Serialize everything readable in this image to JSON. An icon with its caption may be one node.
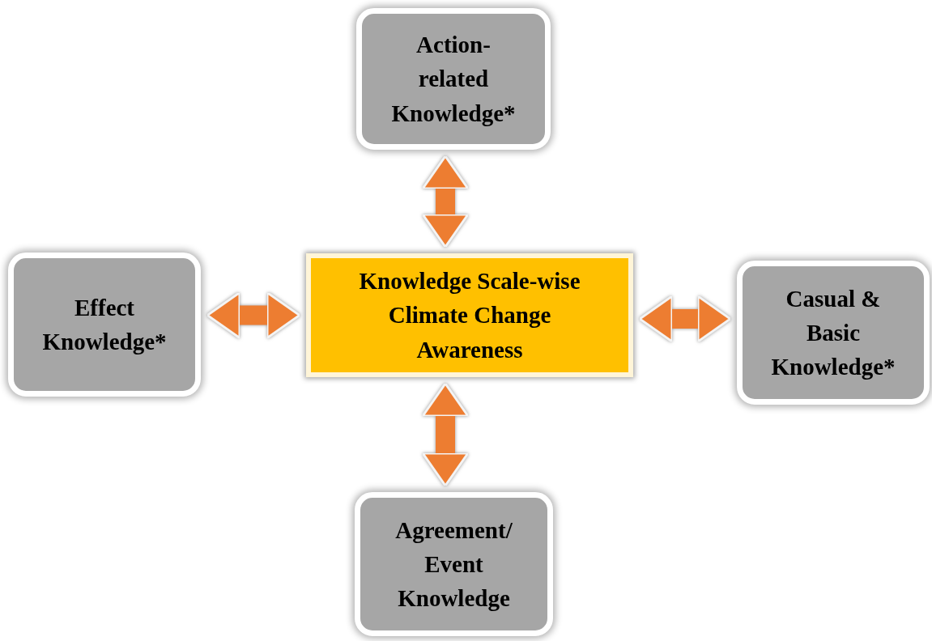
{
  "diagram": {
    "nodes": [
      {
        "text": [
          "Action-related Knowledge*"
        ]
      },
      {
        "text": [
          "Effect Knowledge*"
        ]
      },
      {
        "text": [
          "Knowledge Scale-wise Climate Change Awareness"
        ]
      },
      {
        "text": [
          "Casual & Basic Knowledge*"
        ]
      },
      {
        "text": [
          "Agreement/ Event Knowledge"
        ]
      }
    ],
    "edges": [
      {
        "from": 2,
        "to": 0,
        "arrow": "both"
      },
      {
        "from": 2,
        "to": 1,
        "arrow": "both"
      },
      {
        "from": 2,
        "to": 3,
        "arrow": "both"
      },
      {
        "from": 2,
        "to": 4,
        "arrow": "both"
      }
    ]
  }
}
